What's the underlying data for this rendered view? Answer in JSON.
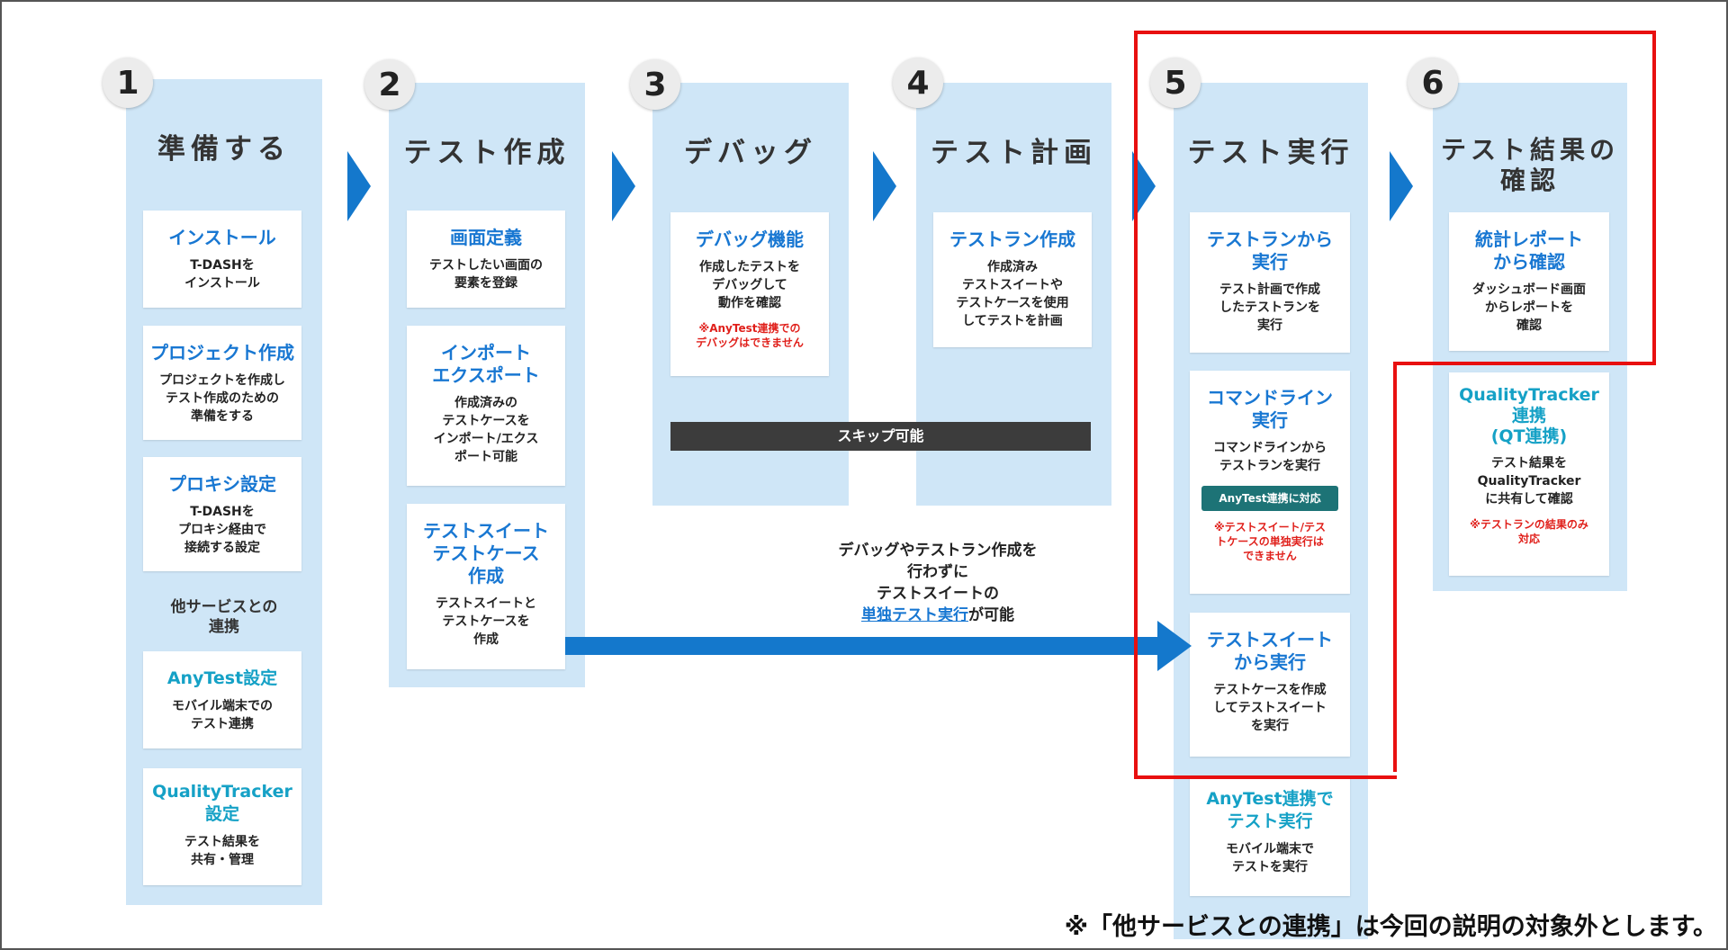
{
  "steps": [
    {
      "number": "1",
      "title": "準備する",
      "cards": [
        {
          "heading": "インストール",
          "body": "T-DASHを\nインストール"
        },
        {
          "heading": "プロジェクト作成",
          "body": "プロジェクトを作成し\nテスト作成のための\n準備をする"
        },
        {
          "heading": "プロキシ設定",
          "body": "T-DASHを\nプロキシ経由で\n接続する設定"
        }
      ],
      "subheading": "他サービスとの\n連携",
      "cards2": [
        {
          "heading": "AnyTest設定",
          "body": "モバイル端末での\nテスト連携"
        },
        {
          "heading": "QualityTracker\n設定",
          "body": "テスト結果を\n共有・管理"
        }
      ]
    },
    {
      "number": "2",
      "title": "テスト作成",
      "cards": [
        {
          "heading": "画面定義",
          "body": "テストしたい画面の\n要素を登録"
        },
        {
          "heading": "インポート\nエクスポート",
          "body": "作成済みの\nテストケースを\nインポート/エクス\nポート可能"
        },
        {
          "heading": "テストスイート\nテストケース\n作成",
          "body": "テストスイートと\nテストケースを\n作成"
        }
      ]
    },
    {
      "number": "3",
      "title": "デバッグ",
      "cards": [
        {
          "heading": "デバッグ機能",
          "body": "作成したテストを\nデバッグして\n動作を確認",
          "note": "※AnyTest連携での\nデバッグはできません"
        }
      ]
    },
    {
      "number": "4",
      "title": "テスト計画",
      "cards": [
        {
          "heading": "テストラン作成",
          "body": "作成済み\nテストスイートや\nテストケースを使用\nしてテストを計画"
        }
      ]
    },
    {
      "number": "5",
      "title": "テスト実行",
      "cards": [
        {
          "heading": "テストランから\n実行",
          "body": "テスト計画で作成\nしたテストランを\n実行"
        },
        {
          "heading": "コマンドライン\n実行",
          "body": "コマンドラインから\nテストランを実行",
          "badge": "AnyTest連携に対応",
          "note": "※テストスイート/テス\nトケースの単独実行は\nできません"
        },
        {
          "heading": "テストスイート\nから実行",
          "body": "テストケースを作成\nしてテストスイート\nを実行"
        },
        {
          "heading": "AnyTest連携で\nテスト実行",
          "body": "モバイル端末で\nテストを実行"
        }
      ]
    },
    {
      "number": "6",
      "title": "テスト結果の\n確認",
      "cards": [
        {
          "heading": "統計レポート\nから確認",
          "body": "ダッシュボード画面\nからレポートを\n確認"
        },
        {
          "heading": "QualityTracker\n連携\n(QT連携)",
          "body": "テスト結果を\nQualityTracker\nに共有して確認",
          "note": "※テストランの結果のみ\n対応"
        }
      ]
    }
  ],
  "skip": {
    "label": "スキップ可能",
    "note_line1": "デバッグやテストラン作成を",
    "note_line2": "行わずに",
    "note_line3": "テストスイートの",
    "note_highlight": "単独テスト実行",
    "note_tail": "が可能"
  },
  "footer": "※「他サービスとの連携」は今回の説明の対象外とします。",
  "colors": {
    "accent": "#1877d2",
    "arrow": "#1478cc",
    "panel": "#cfe6f7",
    "warning": "#e0201b",
    "highlight_box": "#e81010",
    "badge": "#1d7376"
  }
}
